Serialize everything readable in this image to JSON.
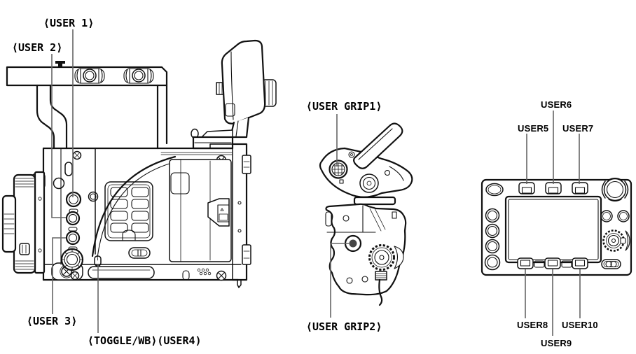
{
  "figure": {
    "type": "hardware-manual-diagram",
    "views": {
      "camera_side_view": "camera body left side view",
      "grip_top_view": "hand grip top view",
      "grip_side_view": "hand grip side view",
      "control_panel_view": "control panel front view"
    }
  },
  "labels": {
    "user1": "⟨USER 1⟩",
    "user2": "⟨USER 2⟩",
    "user3": "⟨USER 3⟩",
    "user4": "⟨TOGGLE/WB⟩(USER4)",
    "grip1": "⟨USER GRIP1⟩",
    "grip2": "⟨USER GRIP2⟩",
    "user5": "USER5",
    "user6": "USER6",
    "user7": "USER7",
    "user8": "USER8",
    "user9": "USER9",
    "user10": "USER10"
  },
  "colors": {
    "background": "#ffffff",
    "line_art": "#111111",
    "leader_line": "#666666",
    "text": "#000000"
  }
}
